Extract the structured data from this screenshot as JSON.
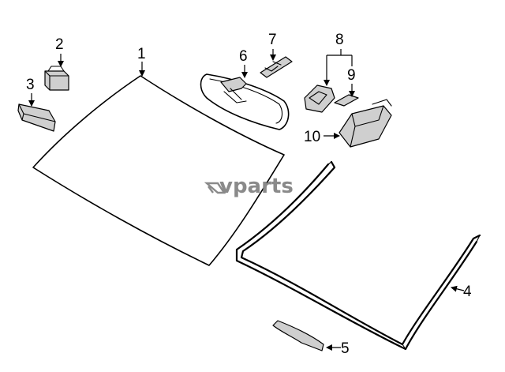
{
  "watermark": {
    "text": "vparts"
  },
  "callouts": [
    {
      "id": "1",
      "label": "1"
    },
    {
      "id": "2",
      "label": "2"
    },
    {
      "id": "3",
      "label": "3"
    },
    {
      "id": "4",
      "label": "4"
    },
    {
      "id": "5",
      "label": "5"
    },
    {
      "id": "6",
      "label": "6"
    },
    {
      "id": "7",
      "label": "7"
    },
    {
      "id": "8",
      "label": "8"
    },
    {
      "id": "9",
      "label": "9"
    },
    {
      "id": "10",
      "label": "10"
    }
  ]
}
